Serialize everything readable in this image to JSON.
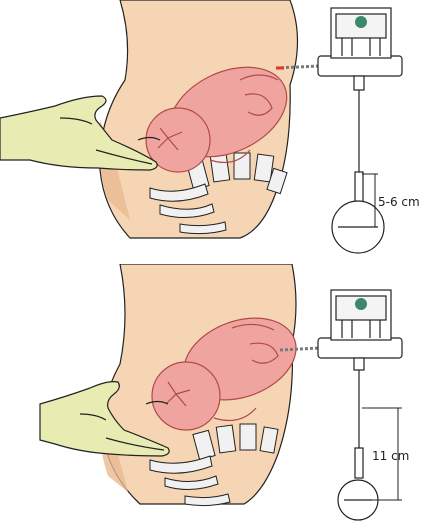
{
  "panels": [
    {
      "id": "top",
      "measurement_label": "5-6 cm"
    },
    {
      "id": "bottom",
      "measurement_label": "11 cm"
    }
  ],
  "colors": {
    "skin": "#f5d5b4",
    "skin_shadow": "#e8b990",
    "fetus": "#f0a4a0",
    "fetus_outline": "#b04a4a",
    "glove": "#e9ecb2",
    "spine": "#f1f1f1",
    "outline": "#222222"
  }
}
